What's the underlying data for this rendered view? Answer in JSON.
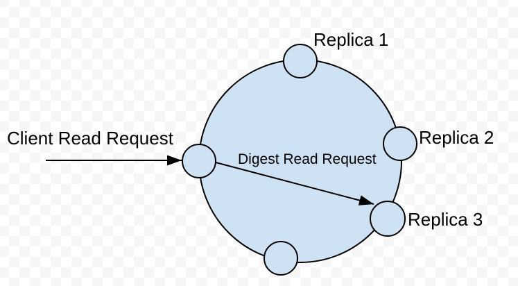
{
  "diagram": {
    "description": "Distributed read-path ring diagram with replica nodes",
    "labels": {
      "replica_1": "Replica 1",
      "replica_2": "Replica 2",
      "replica_3": "Replica 3",
      "client_read_request": "Client Read Request",
      "digest_read_request": "Digest Read Request"
    },
    "nodes": [
      {
        "id": "top-node",
        "label": "Replica 1"
      },
      {
        "id": "right-node",
        "label": "Replica 2"
      },
      {
        "id": "bottom-right-node",
        "label": "Replica 3"
      },
      {
        "id": "left-coordinator-node",
        "label": ""
      },
      {
        "id": "bottom-node",
        "label": ""
      }
    ],
    "arrows": [
      {
        "id": "client-read-arrow",
        "label": "Client Read Request"
      },
      {
        "id": "digest-read-arrow",
        "label": "Digest Read Request"
      }
    ],
    "colors": {
      "node_fill": "#cfe2f3",
      "stroke": "#000000",
      "text": "#000000",
      "checker_dark": "#f6f6f6",
      "checker_light": "#ffffff"
    }
  }
}
